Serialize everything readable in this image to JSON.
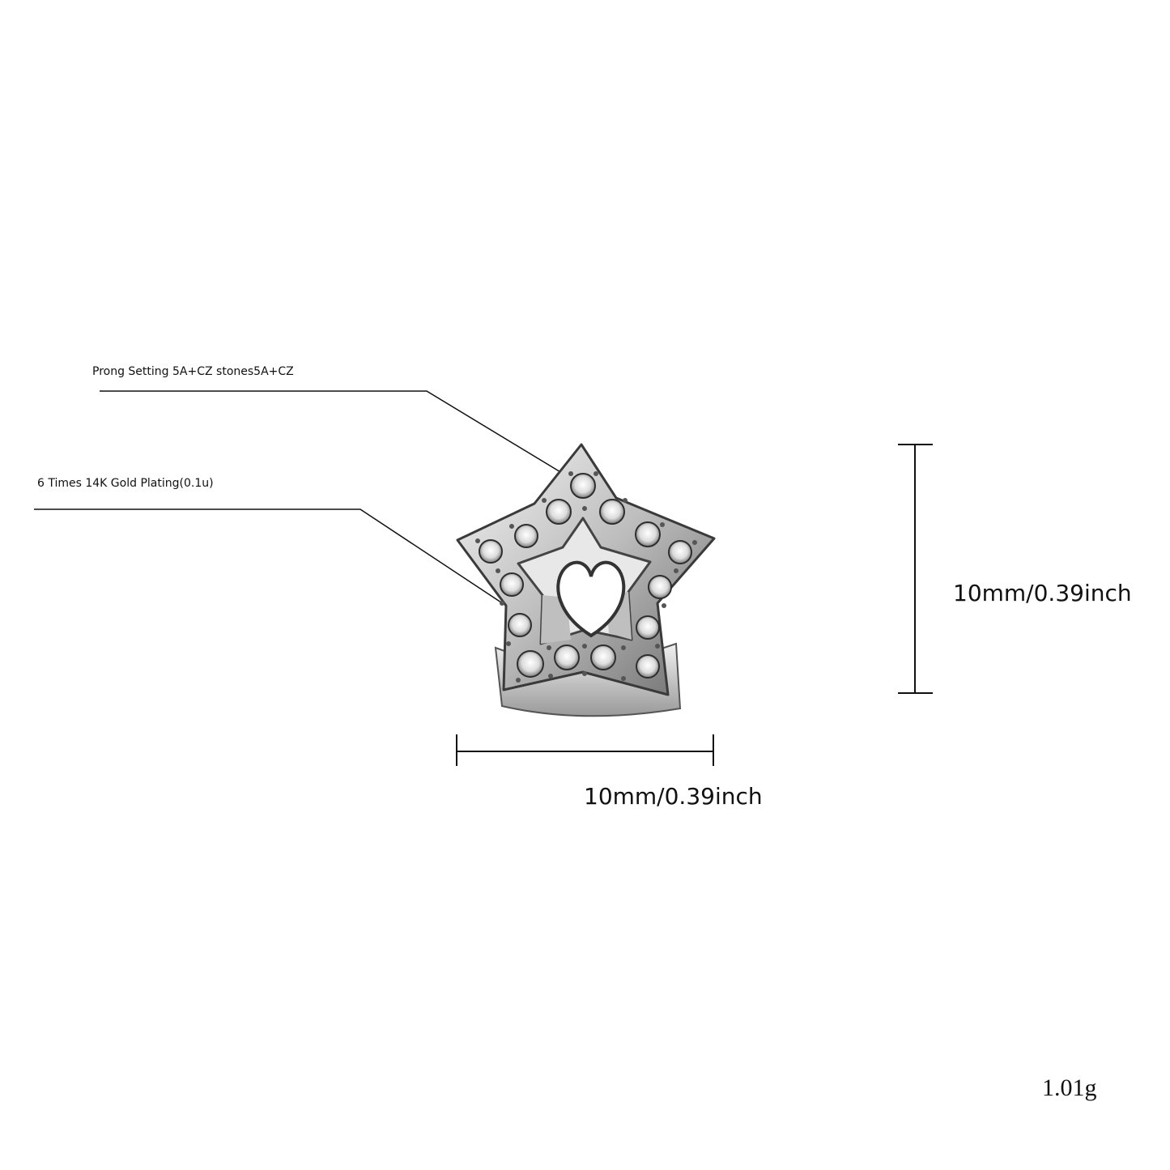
{
  "callouts": {
    "prong_setting": "Prong Setting 5A+CZ stones5A+CZ",
    "gold_plating": "6 Times 14K Gold Plating(0.1u)"
  },
  "dimensions": {
    "height": "10mm/0.39inch",
    "width": "10mm/0.39inch"
  },
  "weight": "1.01g",
  "colors": {
    "metal": "#d9d9d9",
    "metal_dark": "#4a4a4a",
    "stone": "#f2f2f2",
    "line": "#111111"
  }
}
